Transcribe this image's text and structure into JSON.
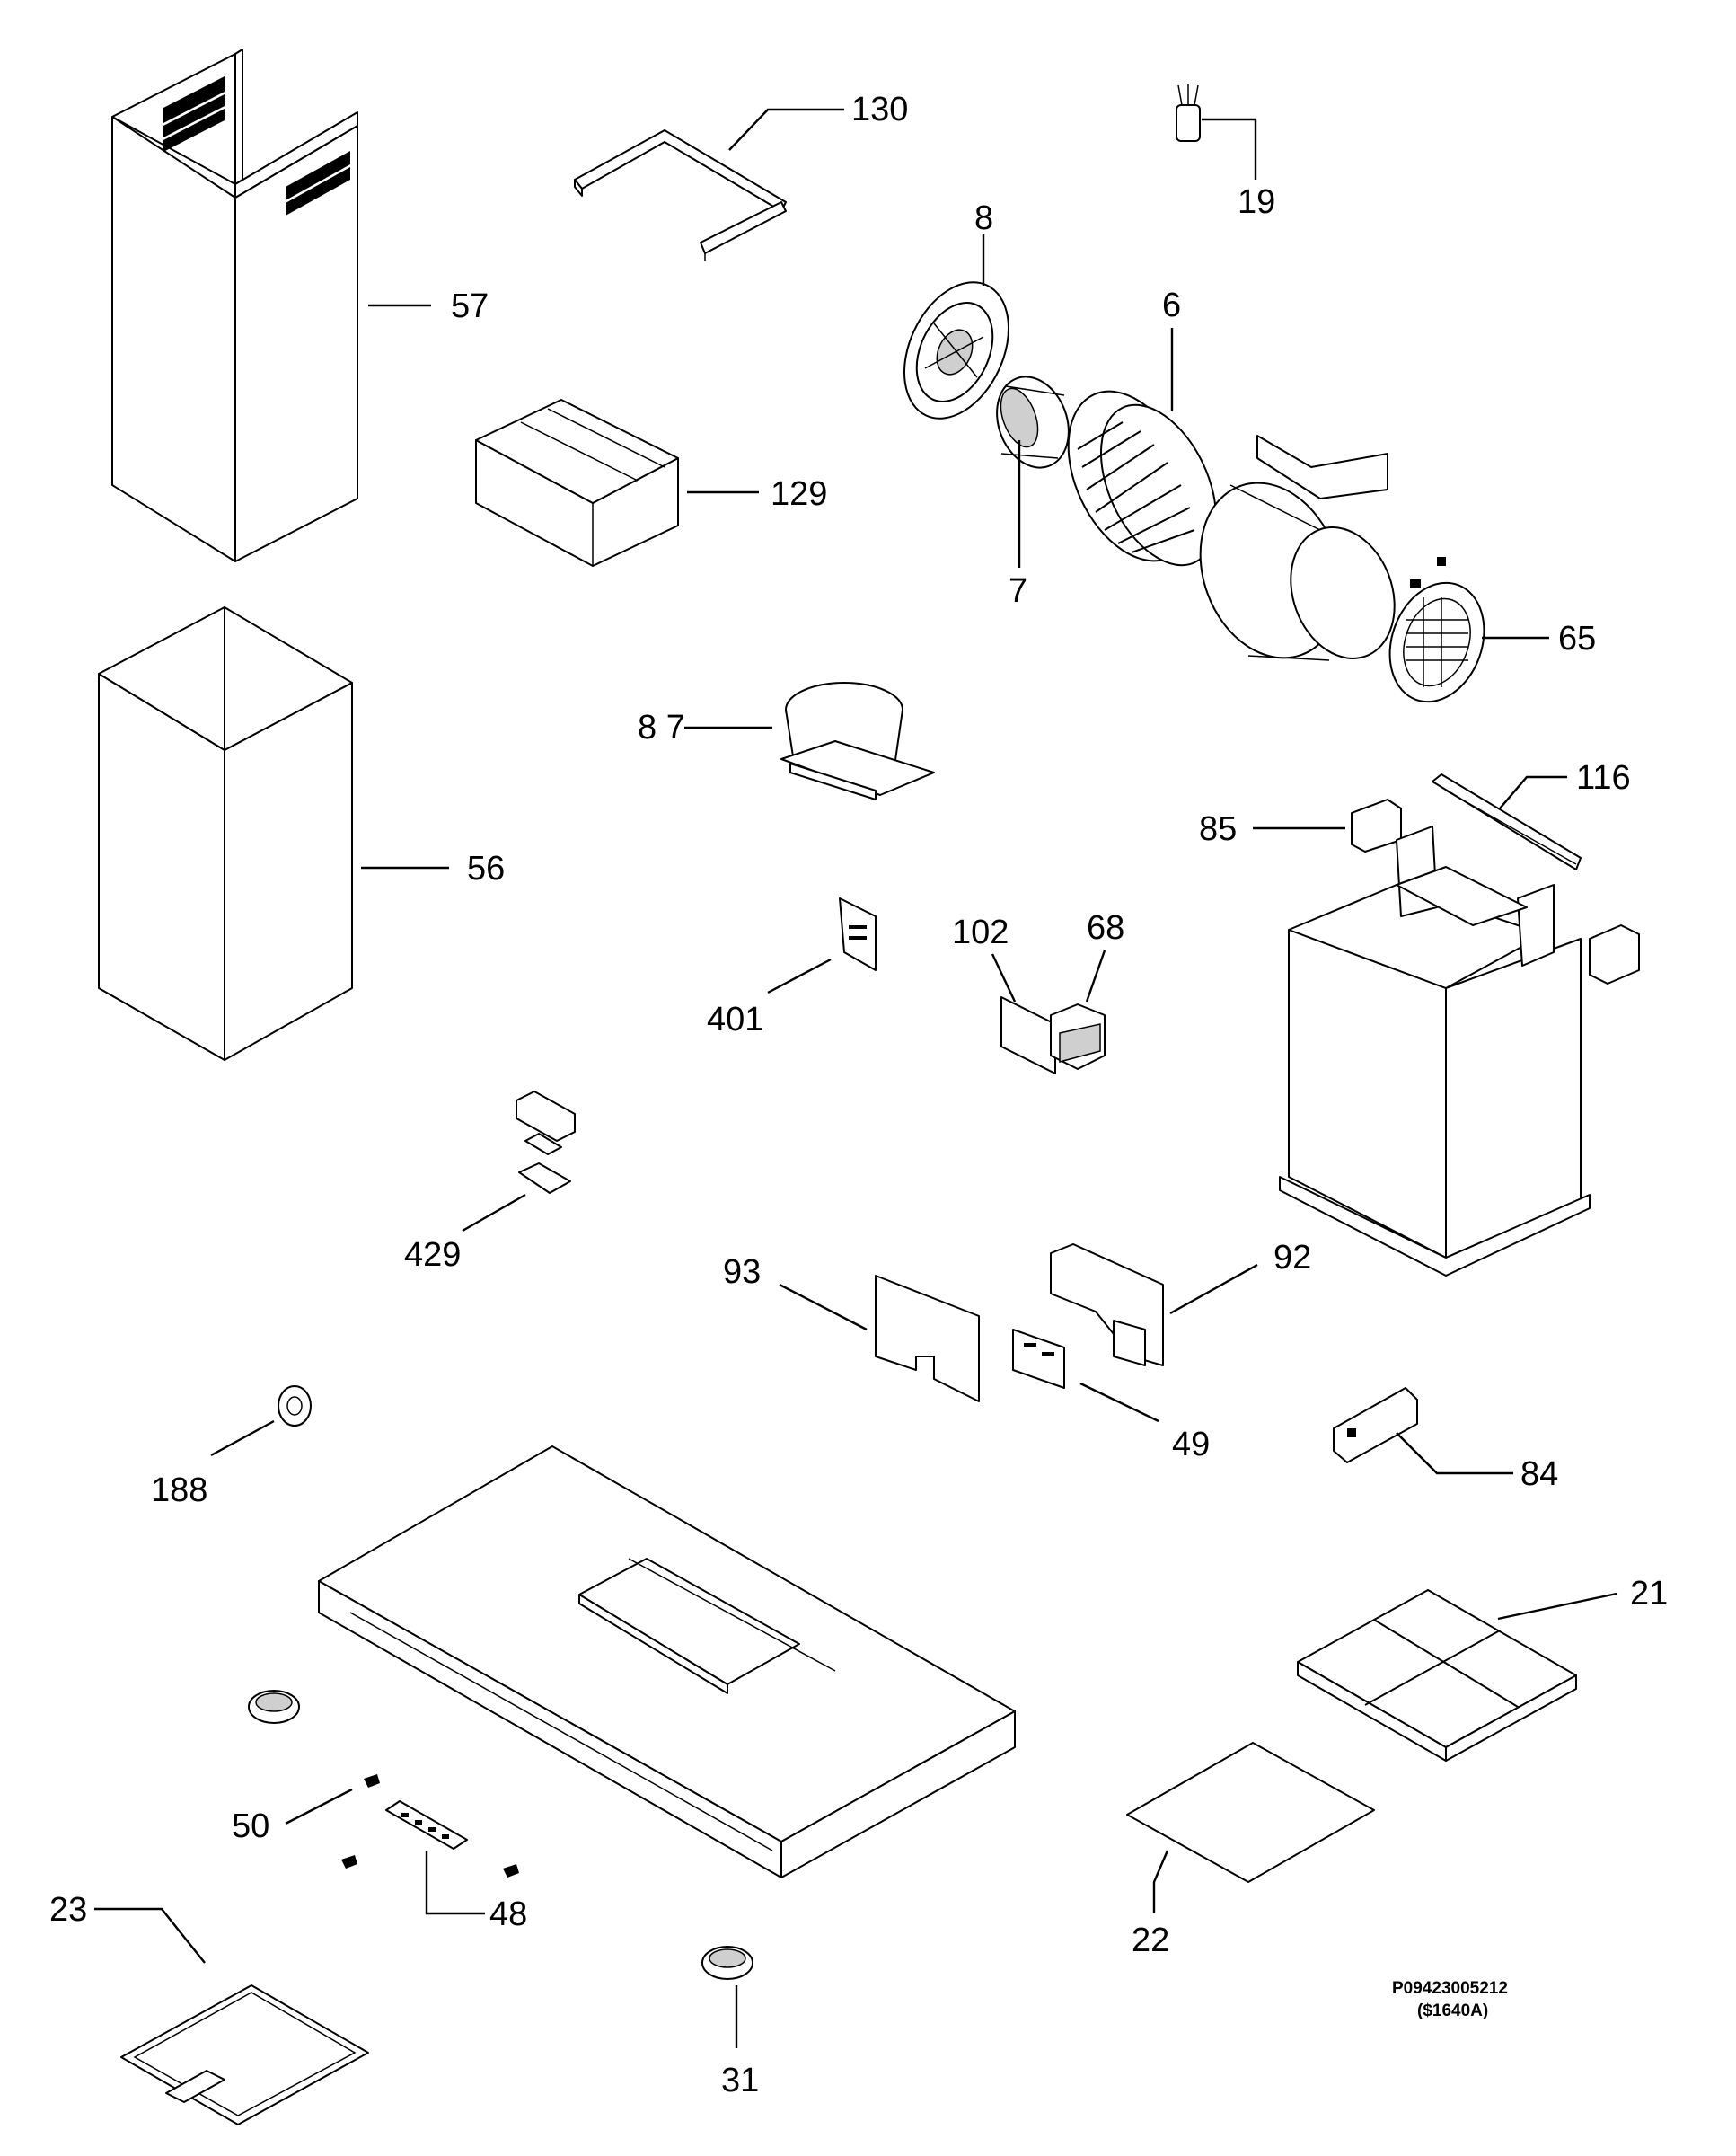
{
  "labels": {
    "p130": "130",
    "p19": "19",
    "p8": "8",
    "p6": "6",
    "p57": "57",
    "p129": "129",
    "p7": "7",
    "p65": "65",
    "p87": "8 7",
    "p116": "116",
    "p85": "85",
    "p56": "56",
    "p102": "102",
    "p68": "68",
    "p401": "401",
    "p429": "429",
    "p93": "93",
    "p92": "92",
    "p49": "49",
    "p84": "84",
    "p188": "188",
    "p21": "21",
    "p50": "50",
    "p48": "48",
    "p22": "22",
    "p23": "23",
    "p31": "31"
  },
  "reference": {
    "code": "P09423005212",
    "sub": "($1640A)"
  }
}
